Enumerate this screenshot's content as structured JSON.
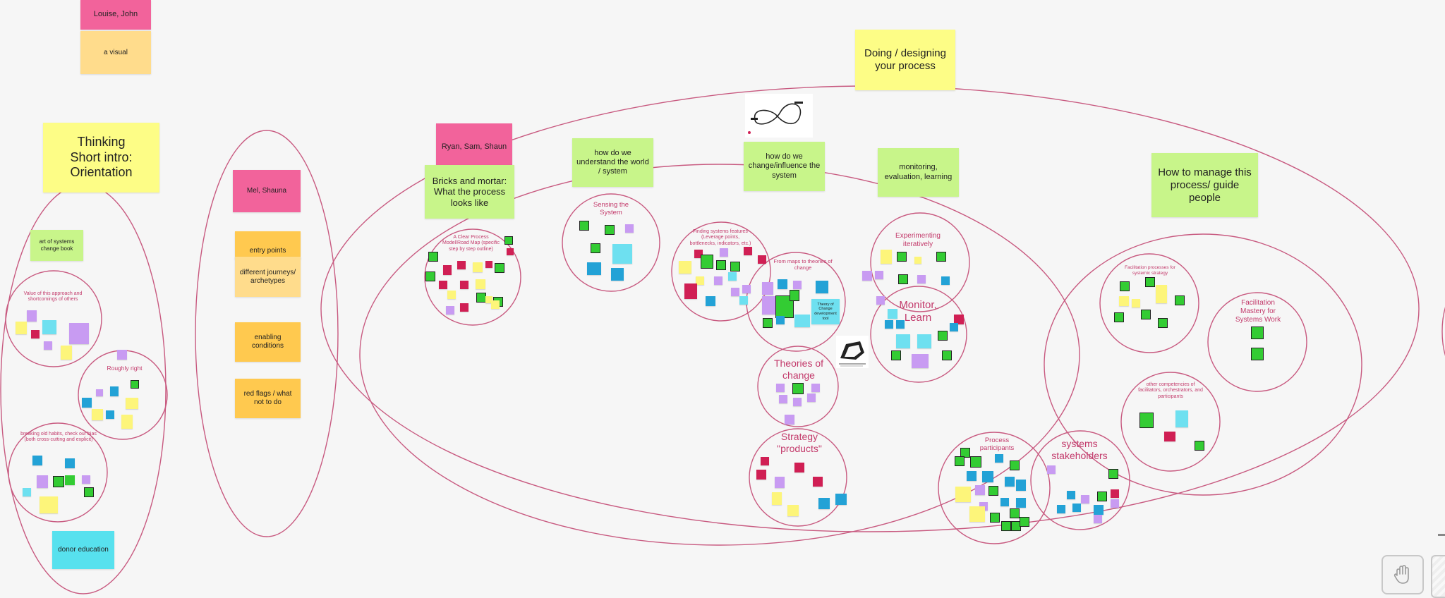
{
  "colors": {
    "outline": "#c85a80",
    "label_pink": "#c33a6b",
    "sticky_yellow": "#fdfd86",
    "sticky_green": "#c8f58a",
    "sticky_pink": "#f2639b",
    "sticky_orange": "#ffc94f",
    "sticky_light_orange": "#ffdc8c",
    "sticky_cyan": "#57e1ee",
    "mini_green": "#33cc33",
    "mini_purple": "#c89bf2",
    "mini_blue": "#23a2d6",
    "mini_cyan": "#6ee0f0",
    "mini_red": "#d01f54",
    "mini_yellow": "#fdf57a"
  },
  "stickies": {
    "louise_john": "Louise, John",
    "a_visual": "a visual",
    "thinking_intro": "Thinking\nShort intro:\nOrientation",
    "art_of_systems": "art of systems change book",
    "donor_education": "donor education",
    "mel_shauna": "Mel, Shauna",
    "entry_points": "entry points",
    "different_journeys": "different journeys/ archetypes",
    "enabling_conditions": "enabling conditions",
    "red_flags": "red flags / what not to do",
    "ryan_sam_shaun": "Ryan, Sam, Shaun",
    "bricks_mortar": "Bricks and mortar: What the process looks like",
    "understand_world": "how do we understand the world / system",
    "doing_designing": "Doing / designing your process",
    "change_influence": "how do we change/influence the system",
    "monitoring": "monitoring, evaluation, learning",
    "manage_process": "How to manage this process/ guide people",
    "theory_of_change_tool": "Theory of Change development tool"
  },
  "circle_labels": {
    "value_of_approach": "Value of this approach and shortcomings of others",
    "roughly_right": "Roughly right",
    "breaking_habits": "breaking old habits, check our bias (both cross-cutting and explicit)",
    "clear_process": "A Clear Process Model/Road Map (specific step by step outline)",
    "sensing_system": "Sensing the System",
    "finding_features": "Finding systems features (Leverage points, bottlenecks, indicators, etc.)",
    "maps_to_theories": "From maps to theories of change",
    "experimenting": "Experimenting iteratively",
    "monitor_learn": "Monitor, Learn",
    "theories_of_change": "Theories of change",
    "strategy_products": "Strategy \"products\"",
    "process_participants": "Process participants",
    "systems_stakeholders": "systems stakeholders",
    "facilitation_processes": "Facilitation processes for systemic strategy",
    "facilitation_mastery": "Facilitation Mastery for Systems Work",
    "other_competencies": "other competencies of facilitators, orchestrators, and participants"
  },
  "icons": {
    "hand": "hand-tool-icon",
    "sketch_loop": "infinity-sketch-icon",
    "sketch_figure": "figure-sketch-icon"
  }
}
